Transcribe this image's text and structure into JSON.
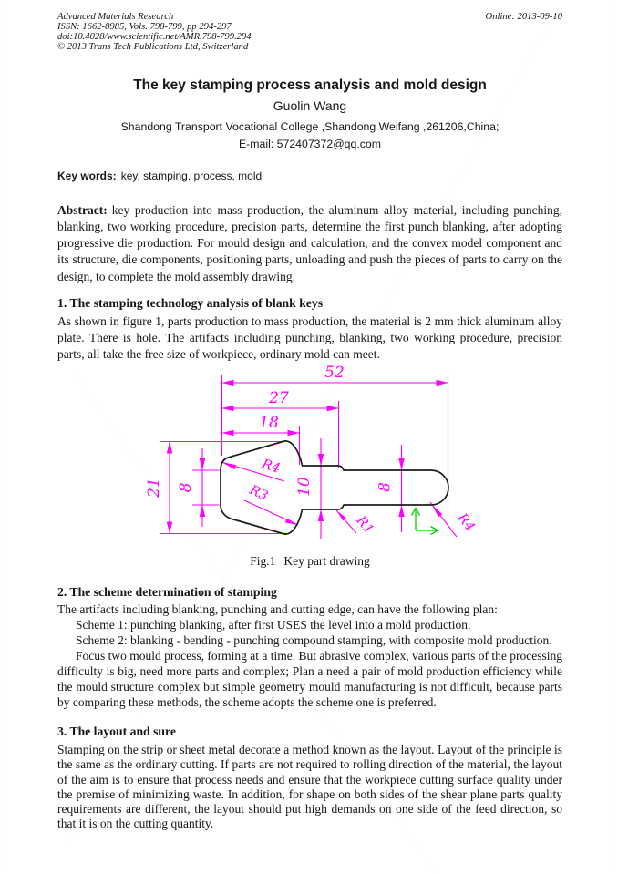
{
  "header": {
    "journal": "Advanced Materials Research",
    "issn_line": "ISSN: 1662-8985, Vols. 798-799, pp 294-297",
    "doi_line": "doi:10.4028/www.scientific.net/AMR.798-799.294",
    "copyright_line": "© 2013 Trans Tech Publications Ltd, Switzerland",
    "online_date": "Online: 2013-09-10"
  },
  "titleblock": {
    "title": "The key stamping process analysis and mold design",
    "author": "Guolin Wang",
    "affiliation": "Shandong Transport Vocational College ,Shandong Weifang ,261206,China;",
    "email": "E-mail: 572407372@qq.com"
  },
  "keywords": {
    "label": "Key words:",
    "text": "key, stamping, process, mold"
  },
  "abstract": {
    "label": "Abstract:",
    "text": "key production into mass production, the aluminum alloy material, including punching, blanking, two working procedure, precision parts, determine the first punch blanking, after adopting progressive die production. For mould design and calculation, and the convex model component and its structure, die components, positioning parts, unloading and push the pieces of parts to carry on the design, to complete the mold assembly drawing."
  },
  "sections": [
    {
      "heading": "1. The stamping technology analysis of blank keys",
      "paragraph": "As shown in figure 1, parts production to mass production, the material is 2 mm thick aluminum alloy plate. There is hole. The artifacts including punching, blanking, two working procedure, precision parts, all take the free size of workpiece, ordinary mold can meet."
    },
    {
      "heading": "2. The scheme determination of stamping",
      "intro": "The artifacts including blanking, punching and cutting edge, can have the following plan:",
      "schemes": [
        "Scheme 1: punching blanking, after first USES the level into a mold production.",
        "Scheme 2: blanking - bending - punching compound stamping, with composite mold production."
      ],
      "discussion": "Focus two mould process, forming at a time. But abrasive complex, various parts of the processing difficulty is big, need more parts and complex; Plan a need a pair of mold production efficiency while the mould structure complex but simple geometry mould manufacturing is not difficult, because parts by comparing these methods, the scheme adopts the scheme one is preferred."
    },
    {
      "heading": "3. The layout and sure",
      "paragraph": "Stamping on the strip or sheet metal decorate a method known as the layout. Layout of the principle is the same as the ordinary cutting. If parts are not required to rolling direction of the material, the layout of the aim is to ensure that process needs and ensure that the workpiece cutting surface quality under the premise of minimizing waste. In addition, for shape on both sides of the shear plane parts quality requirements are different, the layout should put high demands on one side of the feed direction, so that it is on the cutting quantity."
    }
  ],
  "figure": {
    "caption_prefix": "Fig.1",
    "caption_text": "Key part drawing",
    "type": "technical-drawing",
    "part": "key",
    "axis_icon": "xy-axis-arrows",
    "dims": {
      "overall_length": "52",
      "head_and_neck_length": "27",
      "head_length": "18",
      "overall_height": "21",
      "head_left_height": "8",
      "neck_height": "10",
      "shaft_height": "8"
    },
    "radii": {
      "head_top_corner": "R4",
      "head_bottom_corner": "R3",
      "neck_fillet": "R1",
      "tip": "R4"
    },
    "colors": {
      "dimension": "#ff00ff",
      "outline": "#1c1c1c",
      "axis": "#00d400"
    }
  }
}
